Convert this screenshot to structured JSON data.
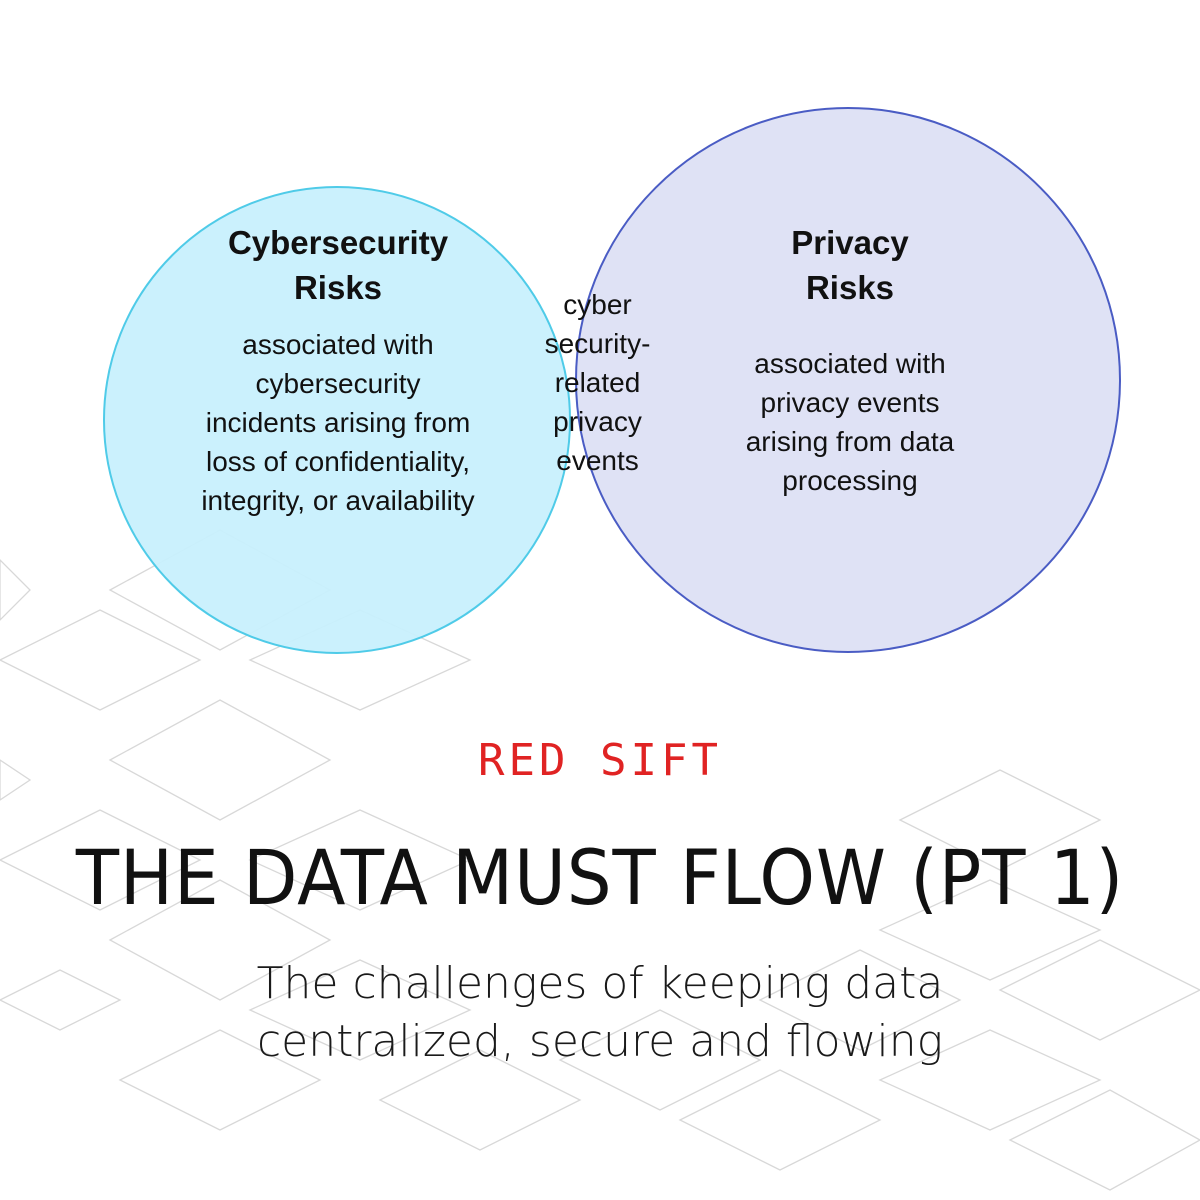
{
  "venn": {
    "left_circle": {
      "title_line1": "Cybersecurity",
      "title_line2": "Risks",
      "desc_lines": [
        "associated with",
        "cybersecurity",
        "incidents arising from",
        "loss of confidentiality,",
        "integrity, or availability"
      ],
      "fill": "#c8f0fd",
      "stroke": "#4fcbe8"
    },
    "right_circle": {
      "title_line1": "Privacy",
      "title_line2": "Risks",
      "desc_lines": [
        "associated with",
        "privacy events",
        "arising from data",
        "processing"
      ],
      "fill": "#dde0f4",
      "stroke": "#4a5cc4"
    },
    "overlap": {
      "lines": [
        "cyber",
        "security-",
        "related",
        "privacy",
        "events"
      ],
      "fill": "#b4d4f4"
    }
  },
  "brand": {
    "name": "RED SIFT",
    "color": "#e02323"
  },
  "headline": "THE DATA MUST FLOW (PT 1)",
  "subtitle": {
    "line1": "The challenges of keeping data",
    "line2": "centralized, secure and flowing"
  }
}
